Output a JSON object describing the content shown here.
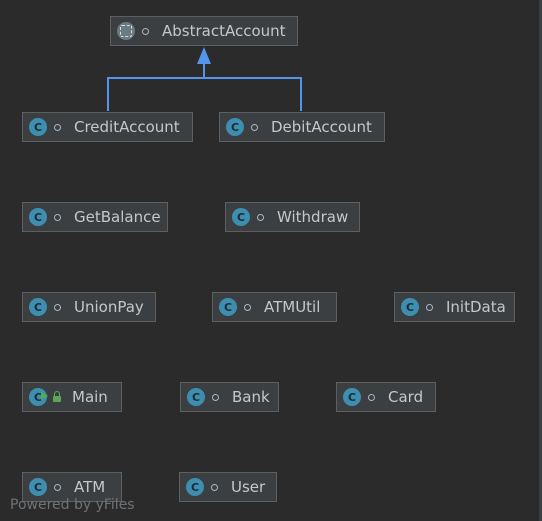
{
  "diagram": {
    "classes": {
      "abstract_account": {
        "label": "AbstractAccount",
        "icon": "abstract-class-icon"
      },
      "credit_account": {
        "label": "CreditAccount",
        "icon": "class-icon"
      },
      "debit_account": {
        "label": "DebitAccount",
        "icon": "class-icon"
      },
      "get_balance": {
        "label": "GetBalance",
        "icon": "class-icon"
      },
      "withdraw": {
        "label": "Withdraw",
        "icon": "class-icon"
      },
      "union_pay": {
        "label": "UnionPay",
        "icon": "class-icon"
      },
      "atm_util": {
        "label": "ATMUtil",
        "icon": "class-icon"
      },
      "init_data": {
        "label": "InitData",
        "icon": "class-icon"
      },
      "main": {
        "label": "Main",
        "icon": "runnable-class-icon"
      },
      "bank": {
        "label": "Bank",
        "icon": "class-icon"
      },
      "card": {
        "label": "Card",
        "icon": "class-icon"
      },
      "atm": {
        "label": "ATM",
        "icon": "class-icon"
      },
      "user": {
        "label": "User",
        "icon": "class-icon"
      }
    },
    "relations": [
      {
        "from": "CreditAccount",
        "to": "AbstractAccount",
        "type": "extends"
      },
      {
        "from": "DebitAccount",
        "to": "AbstractAccount",
        "type": "extends"
      }
    ],
    "icon_glyph": "C",
    "watermark": "Powered by yFiles"
  },
  "colors": {
    "background": "#2b2b2b",
    "node_fill": "#3c3f41",
    "node_border": "#5e6060",
    "edge": "#5394ec",
    "class_icon": "#3c8fb0",
    "text": "#c4c8ca"
  }
}
